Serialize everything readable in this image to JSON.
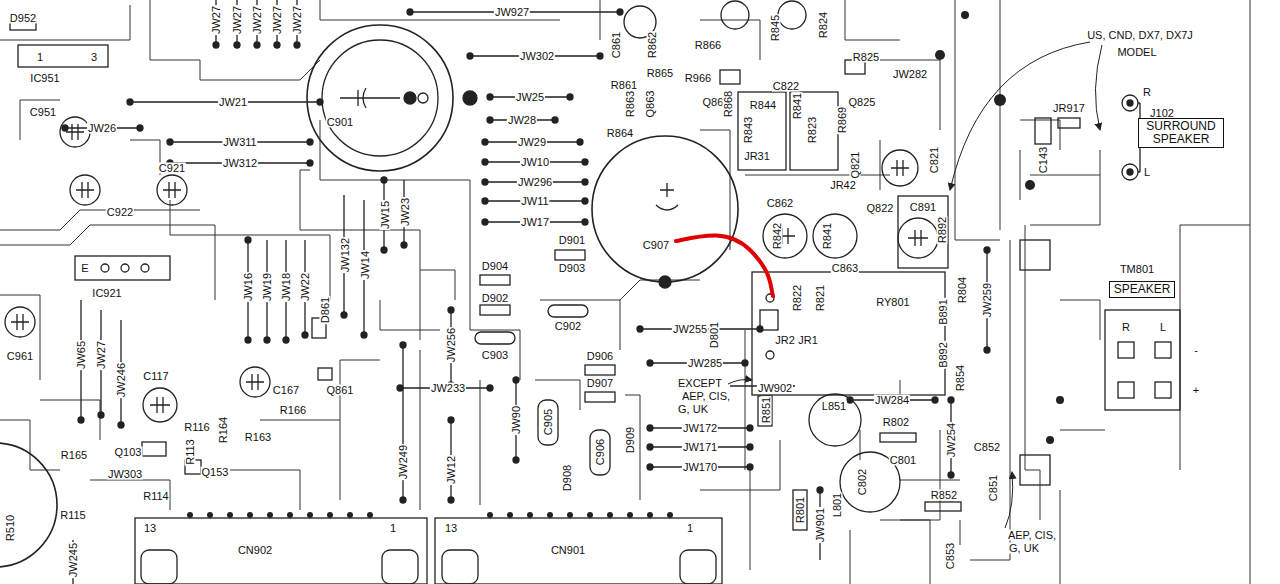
{
  "diagram": {
    "nodes": [
      {
        "text": [
          "SURROUND SPEAKER"
        ]
      },
      {
        "text": [
          "SPEAKER"
        ]
      }
    ],
    "labels": [
      "D952",
      "1",
      "3",
      "IC951",
      "JW27",
      "JW27",
      "JW27",
      "JW27",
      "JW27",
      "JW927",
      "C861",
      "R862",
      "R866",
      "R845",
      "R824",
      "R825",
      "US, CND, DX7, DX7J",
      "MODEL",
      "JW302",
      "R865",
      "R966",
      "C822",
      "JW282",
      "C901",
      "JW21",
      "JW26",
      "JW25",
      "R861",
      "R863",
      "Q863",
      "Q862",
      "R868",
      "R844",
      "R841",
      "Q825",
      "R869",
      "R843",
      "R823",
      "R864",
      "JW28",
      "JW29",
      "JW10",
      "JW296",
      "JW11",
      "JW17",
      "JR31",
      "Q821",
      "C821",
      "JR42",
      "C862",
      "Q822",
      "C891",
      "R892",
      "R842",
      "R841",
      "C863",
      "C951",
      "C921",
      "JW311",
      "JW312",
      "C922",
      "JW15",
      "JW23",
      "JW132",
      "JW14",
      "E",
      "IC921",
      "JW16",
      "JW19",
      "JW18",
      "JW22",
      "C907",
      "D901",
      "D904",
      "D903",
      "D902",
      "C902",
      "C903",
      "D861",
      "Q861",
      "JW256",
      "JW255",
      "D801",
      "R822",
      "R821",
      "RY801",
      "JR2",
      "JR1",
      "R804",
      "B891",
      "B892",
      "R854",
      "JW259",
      "TM801",
      "R",
      "L",
      "-",
      "+",
      "R",
      "J102",
      "L",
      "JR917",
      "C143",
      "D906",
      "D907",
      "JW285",
      "EXCEPT",
      "AEP, CIS,",
      "G, UK",
      "JW902",
      "JW284",
      "R851",
      "L851",
      "R802",
      "C801",
      "JW254",
      "C852",
      "C851",
      "C802",
      "L801",
      "R852",
      "R801",
      "JW901",
      "AEP, CIS,",
      "G, UK",
      "C853",
      "JW172",
      "JW171",
      "JW170",
      "C905",
      "C906",
      "D909",
      "D908",
      "JW90",
      "JW12",
      "JW233",
      "JW249",
      "C961",
      "JW65",
      "JW27",
      "JW246",
      "C117",
      "C167",
      "R166",
      "R116",
      "R164",
      "R163",
      "R113",
      "Q103",
      "Q153",
      "R114",
      "R165",
      "JW303",
      "R115",
      "R510",
      "JW245",
      "13",
      "1",
      "CN902",
      "13",
      "1",
      "CN901"
    ]
  }
}
